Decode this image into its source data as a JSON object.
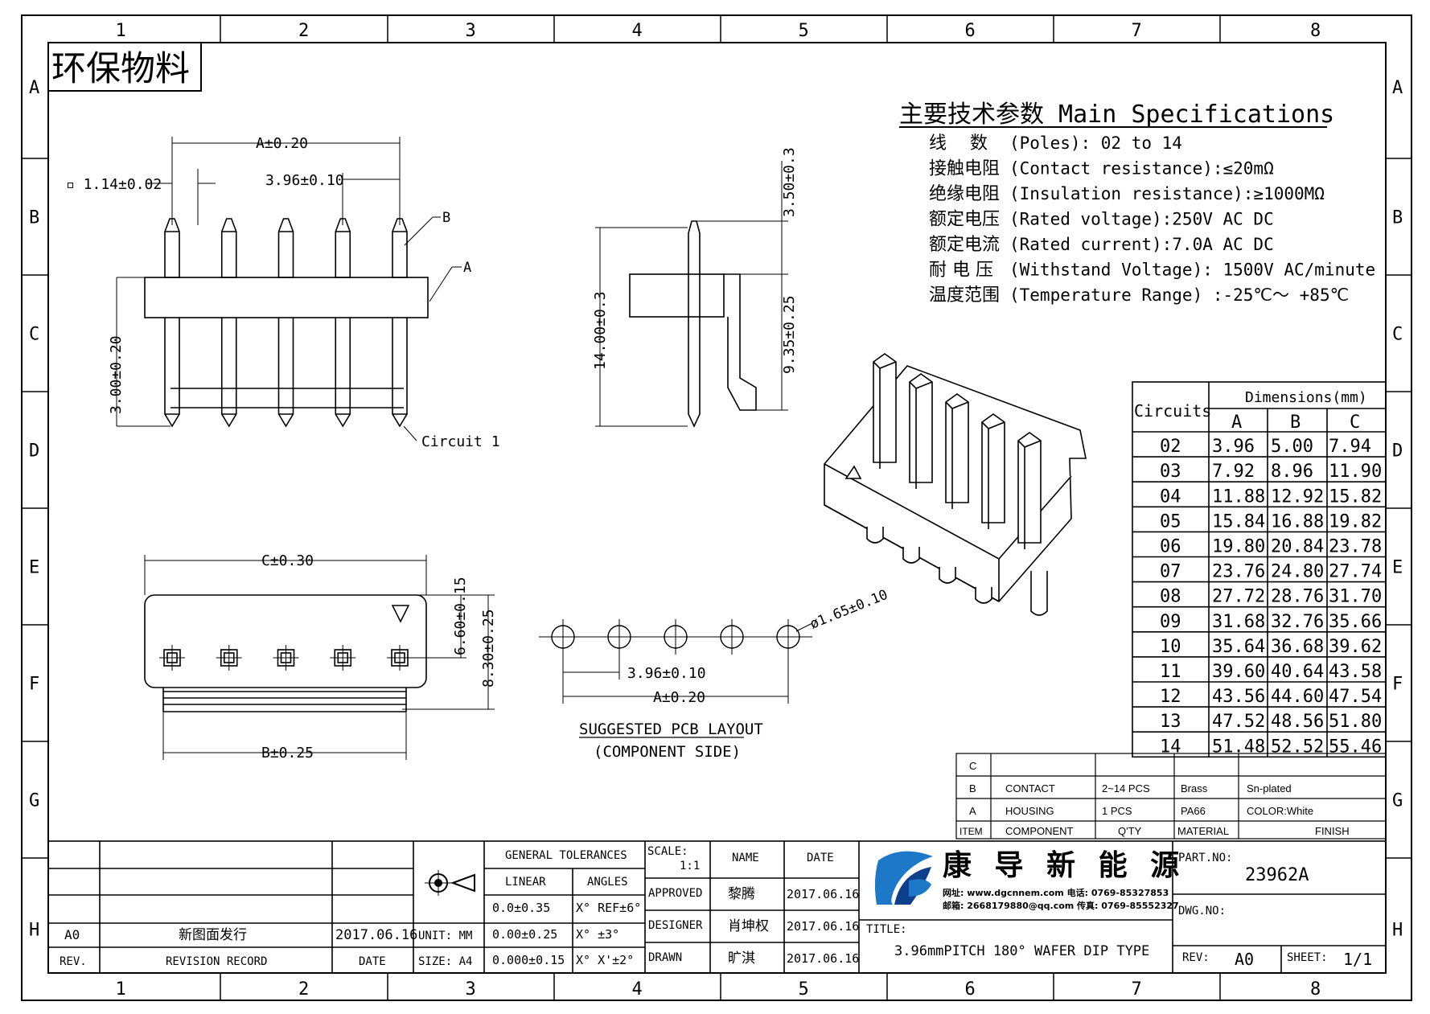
{
  "frame": {
    "cols": [
      "1",
      "2",
      "3",
      "4",
      "5",
      "6",
      "7",
      "8"
    ],
    "rows": [
      "A",
      "B",
      "C",
      "D",
      "E",
      "F",
      "G",
      "H"
    ]
  },
  "stamp": "环保物料",
  "specs": {
    "heading": "主要技术参数 Main Specifications",
    "lines": [
      {
        "cn": "线　 数",
        "en": "(Poles): 02 to 14"
      },
      {
        "cn": "接触电阻",
        "en": "(Contact resistance):≤20mΩ"
      },
      {
        "cn": "绝缘电阻",
        "en": "(Insulation resistance):≥1000MΩ"
      },
      {
        "cn": "额定电压",
        "en": "(Rated voltage):250V AC DC"
      },
      {
        "cn": "额定电流",
        "en": "(Rated current):7.0A AC DC"
      },
      {
        "cn": "耐 电 压",
        "en": "(Withstand Voltage): 1500V AC/minute"
      },
      {
        "cn": "温度范围",
        "en": "(Temperature Range) :-25℃～ +85℃"
      }
    ]
  },
  "front_view": {
    "dim_a": "A±0.20",
    "dim_pitch": "3.96±0.10",
    "dim_pin": "▫ 1.14±0.02",
    "dim_height": "3.00±0.20",
    "label_b": "B",
    "label_a": "A",
    "label_circuit": "Circuit 1"
  },
  "side_view": {
    "dim_top": "3.50±0.3",
    "dim_total": "14.00±0.3",
    "dim_lower": "9.35±0.25"
  },
  "bottom_view": {
    "dim_c": "C±0.30",
    "dim_b": "B±0.25",
    "dim_inner": "6.60±0.15",
    "dim_outer": "8.30±0.25"
  },
  "pcb_layout": {
    "dim_hole": "ø1.65±0.10",
    "dim_pitch": "3.96±0.10",
    "dim_a": "A±0.20",
    "title": "SUGGESTED PCB LAYOUT",
    "subtitle": "(COMPONENT SIDE)"
  },
  "dim_table": {
    "head_circuits": "Circuits",
    "head_dims": "Dimensions(mm)",
    "cols": [
      "A",
      "B",
      "C"
    ],
    "rows": [
      [
        "02",
        "3.96",
        "5.00",
        "7.94"
      ],
      [
        "03",
        "7.92",
        "8.96",
        "11.90"
      ],
      [
        "04",
        "11.88",
        "12.92",
        "15.82"
      ],
      [
        "05",
        "15.84",
        "16.88",
        "19.82"
      ],
      [
        "06",
        "19.80",
        "20.84",
        "23.78"
      ],
      [
        "07",
        "23.76",
        "24.80",
        "27.74"
      ],
      [
        "08",
        "27.72",
        "28.76",
        "31.70"
      ],
      [
        "09",
        "31.68",
        "32.76",
        "35.66"
      ],
      [
        "10",
        "35.64",
        "36.68",
        "39.62"
      ],
      [
        "11",
        "39.60",
        "40.64",
        "43.58"
      ],
      [
        "12",
        "43.56",
        "44.60",
        "47.54"
      ],
      [
        "13",
        "47.52",
        "48.56",
        "51.80"
      ],
      [
        "14",
        "51.48",
        "52.52",
        "55.46"
      ]
    ]
  },
  "bom": {
    "rows": [
      {
        "item": "C",
        "component": "",
        "qty": "",
        "material": "",
        "finish": ""
      },
      {
        "item": "B",
        "component": "CONTACT",
        "qty": "2~14 PCS",
        "material": "Brass",
        "finish": "Sn-plated"
      },
      {
        "item": "A",
        "component": "HOUSING",
        "qty": "1 PCS",
        "material": "PA66",
        "finish": "COLOR:White"
      }
    ],
    "header": {
      "item": "ITEM",
      "component": "COMPONENT",
      "qty": "Q'TY",
      "material": "MATERIAL",
      "finish": "FINISH"
    }
  },
  "title_block": {
    "rev_row": {
      "rev": "A0",
      "record": "新图面发行",
      "date": "2017.06.16"
    },
    "rev_head": {
      "rev": "REV.",
      "record": "REVISION RECORD",
      "date": "DATE"
    },
    "unit": "UNIT: MM",
    "size": "SIZE: A4",
    "tolerances": {
      "head": "GENERAL TOLERANCES",
      "linear": "LINEAR",
      "angles": "ANGLES",
      "rows": [
        [
          "0.0±0.35",
          "X° REF±6°"
        ],
        [
          "0.00±0.25",
          "X° ±3°"
        ],
        [
          "0.000±0.15",
          "X° X'±2°"
        ]
      ]
    },
    "scale_label": "SCALE:",
    "scale_value": "1:1",
    "name_head": "NAME",
    "date_head": "DATE",
    "roles": [
      {
        "role": "APPROVED",
        "name": "黎腾",
        "date": "2017.06.16"
      },
      {
        "role": "DESIGNER",
        "name": "肖坤权",
        "date": "2017.06.16"
      },
      {
        "role": "DRAWN",
        "name": "旷淇",
        "date": "2017.06.16"
      }
    ],
    "company": "康 导 新 能 源",
    "company_line1": "网址: www.dgcnnem.com  电话: 0769-85327853",
    "company_line2": "邮箱: 2668179880@qq.com 传真: 0769-85552327",
    "title_label": "TITLE:",
    "title_value": "3.96mmPITCH 180° WAFER DIP TYPE",
    "part_label": "PART.NO:",
    "part_value": "23962A",
    "dwg_label": "DWG.NO:",
    "rev_label": "REV:",
    "rev_value": "A0",
    "sheet_label": "SHEET:",
    "sheet_value": "1/1"
  },
  "colors": {
    "line": "#000000",
    "logo_blue": "#1e78c8",
    "logo_dark": "#0d3f8a"
  }
}
